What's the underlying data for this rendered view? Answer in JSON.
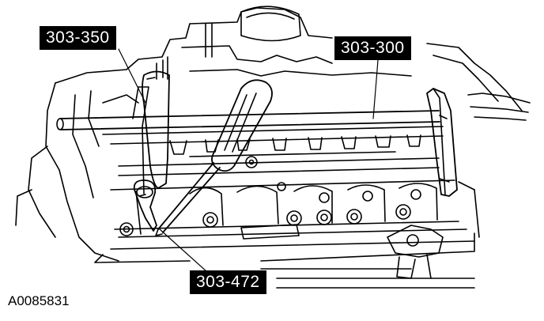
{
  "callouts": {
    "tool_350": "303-350",
    "tool_300": "303-300",
    "tool_472": "303-472"
  },
  "figure_id": "A0085831",
  "colors": {
    "ink": "#000000",
    "paper": "#ffffff"
  }
}
